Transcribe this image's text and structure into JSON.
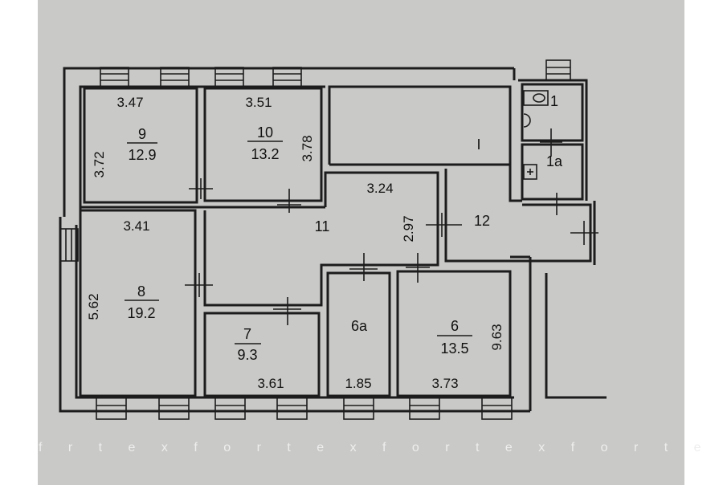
{
  "title": "Floor plan",
  "watermark": "f r t e x f o r t e x f o r t e x f o r t e x f o r t e",
  "rooms": [
    {
      "id": "9",
      "area": "12.9"
    },
    {
      "id": "10",
      "area": "13.2"
    },
    {
      "id": "I"
    },
    {
      "id": "1"
    },
    {
      "id": "1a"
    },
    {
      "id": "11"
    },
    {
      "id": "12"
    },
    {
      "id": "8",
      "area": "19.2"
    },
    {
      "id": "7",
      "area": "9.3"
    },
    {
      "id": "6a"
    },
    {
      "id": "6",
      "area": "13.5"
    }
  ],
  "dimensions": {
    "r9_width": "3.47",
    "r9_height": "3.72",
    "r10_width": "3.51",
    "r10_height": "3.78",
    "r11_width": "3.24",
    "r11_height": "2.97",
    "r8_width": "3.41",
    "r8_height": "5.62",
    "r7_width": "3.61",
    "r6a_width": "1.85",
    "r6_width": "3.73",
    "r6_height": "9.63"
  }
}
